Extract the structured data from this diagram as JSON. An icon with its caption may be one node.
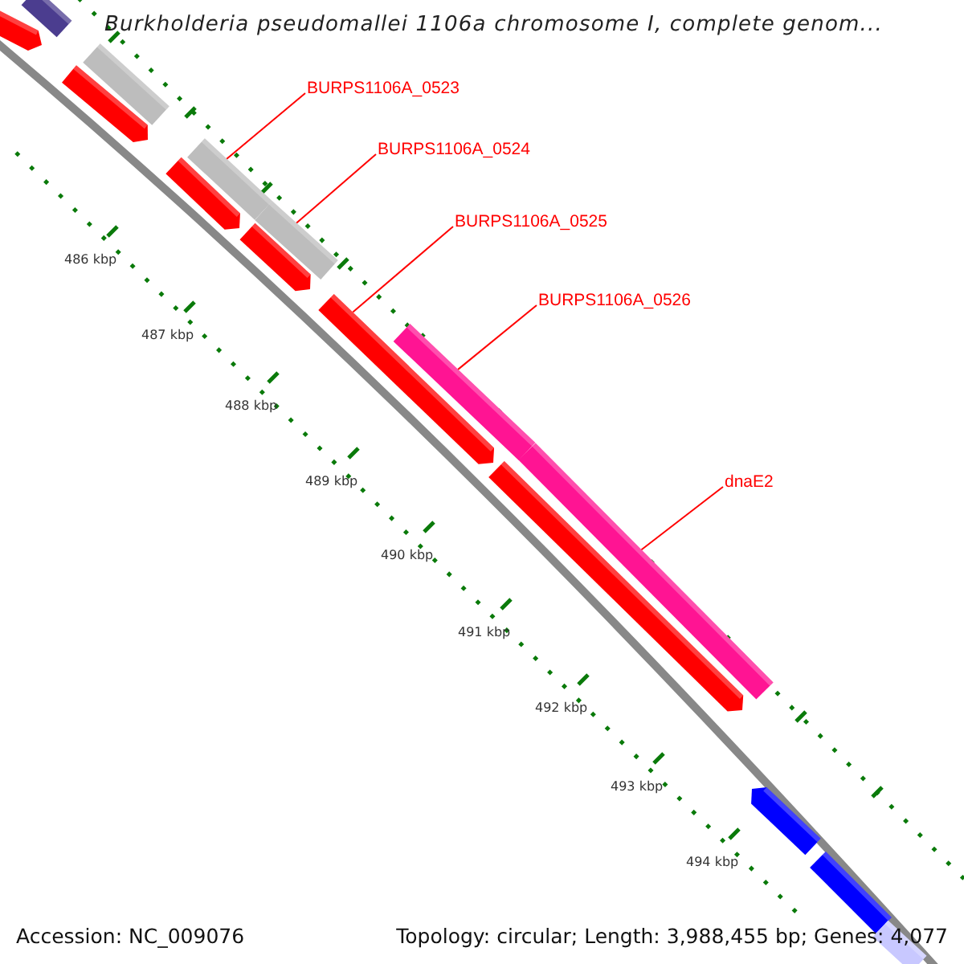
{
  "diagram": {
    "title": "Burkholderia pseudomallei 1106a chromosome I, complete genom...",
    "nodes": [
      {
        "text": [
          "BURPS1106A_0523"
        ]
      },
      {
        "text": [
          "BURPS1106A_0524"
        ]
      },
      {
        "text": [
          "BURPS1106A_0525"
        ]
      },
      {
        "text": [
          "BURPS1106A_0526"
        ]
      },
      {
        "text": [
          "dnaE2"
        ]
      },
      {
        "text": [],
        "shape": "bar"
      },
      {
        "text": [],
        "shape": "bar"
      },
      {
        "text": [],
        "shape": "bar"
      },
      {
        "text": [],
        "shape": "bar"
      },
      {
        "text": [],
        "shape": "bar"
      },
      {
        "text": [],
        "shape": "bar"
      },
      {
        "text": [],
        "shape": "bar"
      },
      {
        "text": [],
        "shape": "bar"
      },
      {
        "text": [],
        "shape": "bar"
      },
      {
        "text": [],
        "shape": "bar"
      },
      {
        "text": [],
        "shape": "bar"
      },
      {
        "text": [],
        "shape": "bar"
      },
      {
        "text": [],
        "shape": "bar"
      },
      {
        "text": [],
        "shape": "bar"
      },
      {
        "text": [],
        "shape": "bar"
      }
    ],
    "edges": [
      {
        "from": 0,
        "to": 10,
        "arrow": "none",
        "color": "#ff0000"
      },
      {
        "from": 1,
        "to": 12,
        "arrow": "none",
        "color": "#ff0000"
      },
      {
        "from": 2,
        "to": 13,
        "arrow": "none",
        "color": "#ff0000"
      },
      {
        "from": 3,
        "to": 14,
        "arrow": "none",
        "color": "#ff0000"
      },
      {
        "from": 4,
        "to": 16,
        "arrow": "none",
        "color": "#ff0000"
      }
    ],
    "labels": [
      "486 kbp",
      "487 kbp",
      "488 kbp",
      "489 kbp",
      "490 kbp",
      "491 kbp",
      "492 kbp",
      "493 kbp",
      "494 kbp",
      "Accession: NC_009076",
      "Topology: circular; Length: 3,988,455 bp; Genes: 4,077"
    ]
  }
}
